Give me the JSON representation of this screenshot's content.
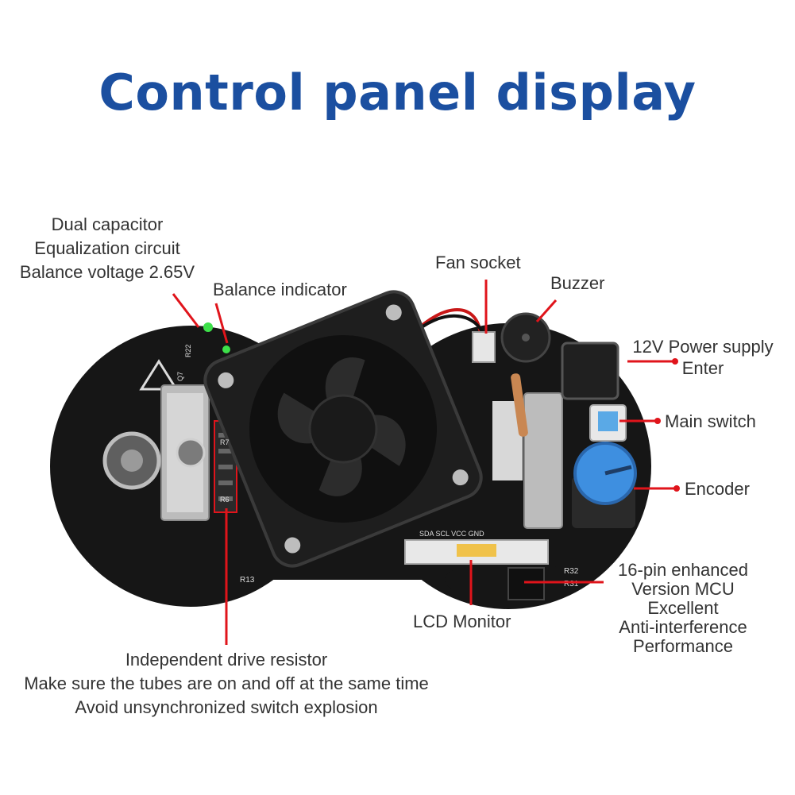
{
  "title": "Control panel display",
  "colors": {
    "title": "#1b4fa0",
    "callout": "#e0141b",
    "label": "#333333",
    "board": "#161616",
    "fan": "#1e1e1e",
    "knob": "#3e8fe0",
    "switch": "#5aa9e6",
    "heatsink": "#bcbcbc"
  },
  "labels": {
    "dual_capacitor": [
      "Dual capacitor",
      "Equalization circuit",
      "Balance voltage 2.65V"
    ],
    "balance_indicator": "Balance indicator",
    "fan_socket": "Fan socket",
    "buzzer": "Buzzer",
    "power_supply": [
      "12V Power supply",
      "Enter"
    ],
    "main_switch": "Main switch",
    "encoder": "Encoder",
    "mcu": [
      "16-pin enhanced",
      "Version MCU",
      "Excellent",
      "Anti-interference",
      "Performance"
    ],
    "lcd_monitor": "LCD Monitor",
    "drive_resistor": [
      "Independent drive resistor",
      "Make sure the tubes are on and off at the same time",
      "Avoid unsynchronized switch explosion"
    ]
  },
  "board_text": {
    "header_pins": "SDA SCL VCC GND",
    "ref_r32": "R32",
    "ref_r31": "R31",
    "ref_r13": "R13",
    "ref_r22": "R22",
    "ref_q7": "Q7",
    "ref_r6": "R6",
    "ref_r7": "R7"
  }
}
